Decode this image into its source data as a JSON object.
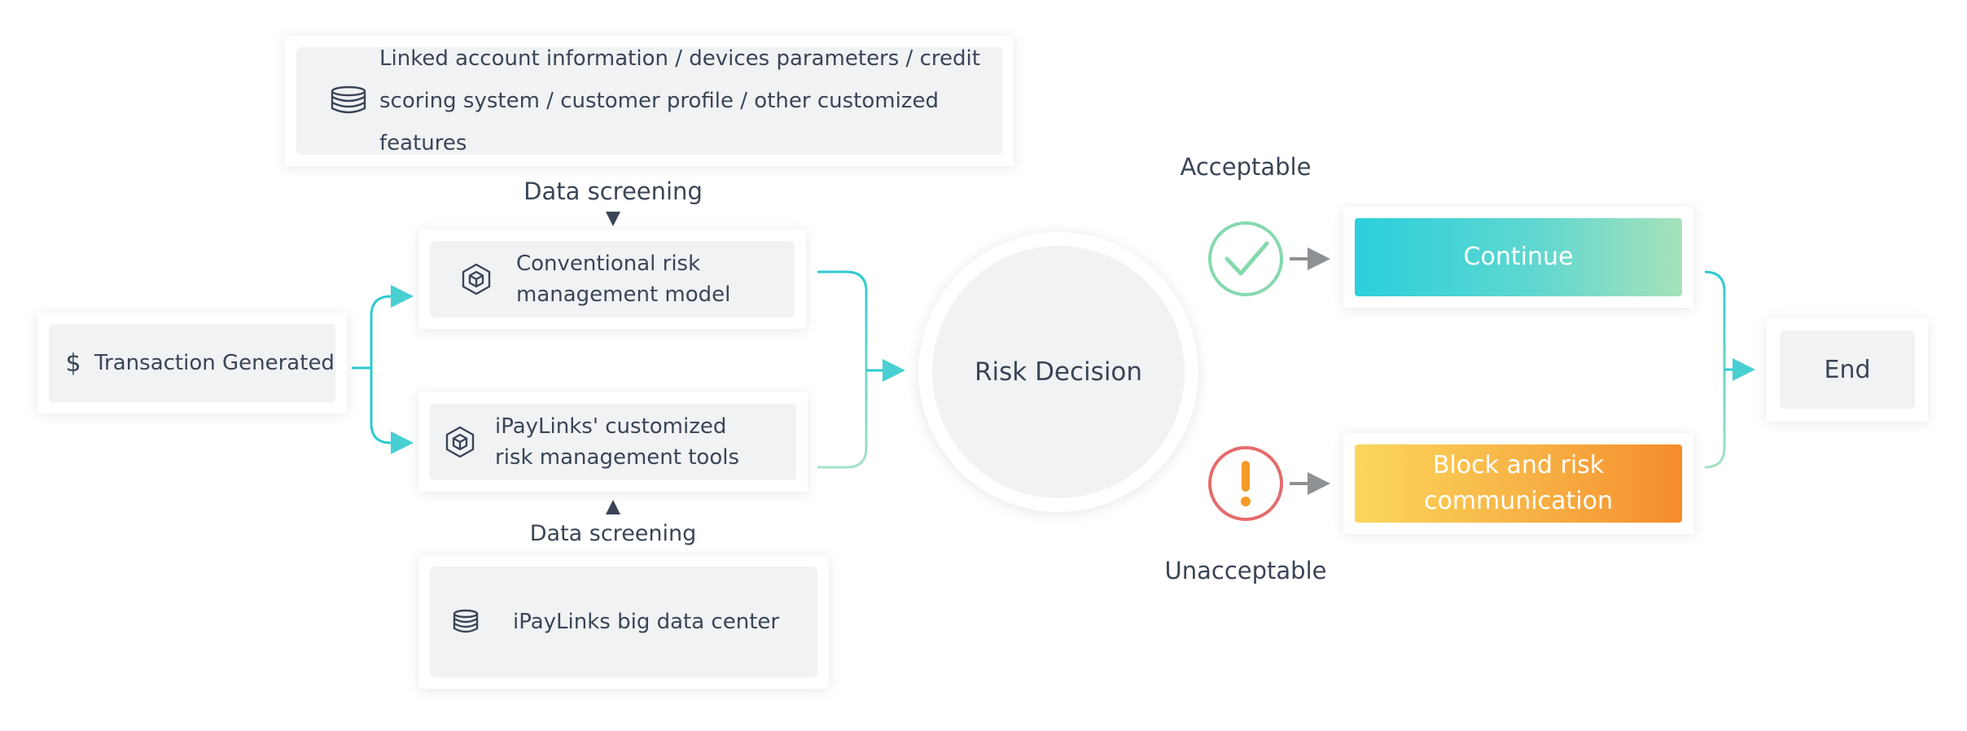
{
  "nodes": {
    "transaction": {
      "icon": "dollar-icon",
      "glyph": "$",
      "label": "Transaction Generated"
    },
    "data_sources": {
      "icon": "database-icon",
      "text": "Linked account information / devices parameters / credit scoring system / customer profile / other customized features"
    },
    "conventional": {
      "icon": "cube-icon",
      "text": "Conventional risk management model"
    },
    "ipaylinks_tools": {
      "icon": "cube-icon",
      "text": "iPayLinks' customized risk management tools"
    },
    "big_data": {
      "icon": "database-icon",
      "text": "iPayLinks big data center"
    },
    "risk_decision": {
      "label": "Risk Decision"
    },
    "continue": {
      "label": "Continue",
      "colors": [
        "#2bcfdc",
        "#a6e2bb"
      ]
    },
    "block": {
      "label": "Block and risk communication",
      "colors": [
        "#fbd75d",
        "#f58c2c"
      ]
    },
    "end": {
      "label": "End"
    }
  },
  "labels": {
    "data_screening_top": "Data screening",
    "data_screening_bottom": "Data screening",
    "acceptable": "Acceptable",
    "unacceptable": "Unacceptable"
  },
  "status_icons": {
    "acceptable": {
      "icon": "check-circle-icon",
      "color": "#86d9ad"
    },
    "unacceptable": {
      "icon": "exclamation-circle-icon",
      "color": "#e56b6b",
      "mark_color": "#f59a28"
    }
  },
  "colors": {
    "connector": "#2ecad0",
    "connector_light": "#a3e3c4",
    "arrow_gray": "#8e9194",
    "marker_dark": "#3a4556",
    "text": "#3a4556"
  }
}
